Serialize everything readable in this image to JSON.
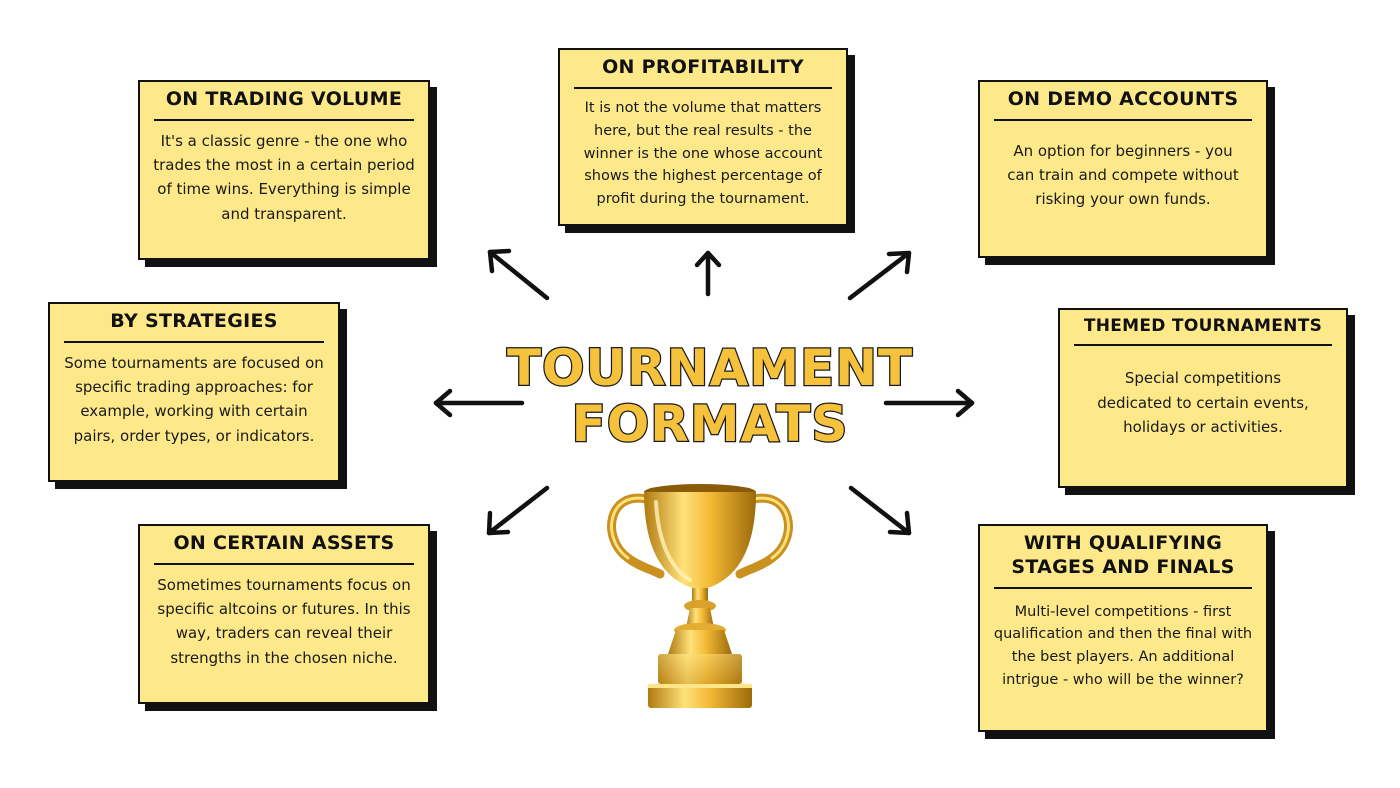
{
  "title": {
    "line1": "TOURNAMENT",
    "line2": "FORMATS"
  },
  "cards": {
    "trading_volume": {
      "heading": "ON TRADING VOLUME",
      "body": "It's a classic genre - the one who trades the most in a certain period of time wins. Everything is simple and transparent."
    },
    "profitability": {
      "heading": "ON PROFITABILITY",
      "body": "It is not the volume that matters here, but the real results - the winner is the one whose account shows the highest percentage of profit during the tournament."
    },
    "demo_accounts": {
      "heading": "ON DEMO ACCOUNTS",
      "body": "An option for beginners - you can train and compete without risking your own funds."
    },
    "strategies": {
      "heading": "BY STRATEGIES",
      "body": "Some tournaments are focused on specific trading approaches: for example, working with certain pairs, order types, or indicators."
    },
    "themed": {
      "heading": "THEMED TOURNAMENTS",
      "body": "Special competitions dedicated to certain events, holidays or activities."
    },
    "certain_assets": {
      "heading": "ON CERTAIN ASSETS",
      "body": "Sometimes tournaments focus on specific altcoins or futures. In this way, traders can reveal their strengths in the chosen niche."
    },
    "qualifying": {
      "heading": "WITH QUALIFYING STAGES AND FINALS",
      "body": "Multi-level competitions - first qualification and then the final with the best players. An additional intrigue - who will be the winner?"
    }
  },
  "colors": {
    "card_bg": "#fde98a",
    "title_fill": "#f6c23c",
    "ink": "#111111",
    "gold": "#e8b63a"
  },
  "icons": {
    "center": "trophy-icon",
    "connector": "arrow-icon"
  }
}
